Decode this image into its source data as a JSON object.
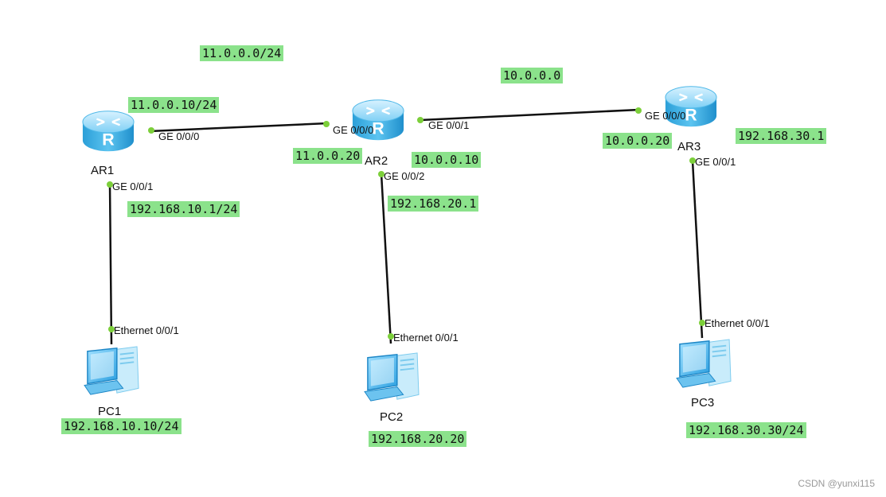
{
  "devices": {
    "ar1": "AR1",
    "ar2": "AR2",
    "ar3": "AR3",
    "pc1": "PC1",
    "pc2": "PC2",
    "pc3": "PC3"
  },
  "interfaces": {
    "ar1_ge000": "GE 0/0/0",
    "ar1_ge001": "GE 0/0/1",
    "ar2_ge000": "GE 0/0/0",
    "ar2_ge001": "GE 0/0/1",
    "ar2_ge002": "GE 0/0/2",
    "ar3_ge000": "GE 0/0/0",
    "ar3_ge001": "GE 0/0/1",
    "pc1_eth": "Ethernet 0/0/1",
    "pc2_eth": "Ethernet 0/0/1",
    "pc3_eth": "Ethernet 0/0/1"
  },
  "ip_notes": {
    "net_11": "11.0.0.0/24",
    "net_10": "10.0.0.0",
    "ar1_ge000_ip": "11.0.0.10/24",
    "ar2_ge000_ip": "11.0.0.20",
    "ar2_ge001_ip": "10.0.0.10",
    "ar3_ge000_ip": "10.0.0.20",
    "ar3_ge001_ip": "192.168.30.1",
    "ar1_ge001_ip": "192.168.10.1/24",
    "ar2_ge002_ip": "192.168.20.1",
    "pc1_ip": "192.168.10.10/24",
    "pc2_ip": "192.168.20.20",
    "pc3_ip": "192.168.30.30/24"
  },
  "watermark": "CSDN @yunxi115",
  "colors": {
    "label_bg": "#8be28b",
    "port_dot": "#7ccf3a",
    "router_body": "#2aa7e0",
    "link": "#111111"
  },
  "icons": {
    "router": "router-icon",
    "pc": "pc-icon"
  }
}
